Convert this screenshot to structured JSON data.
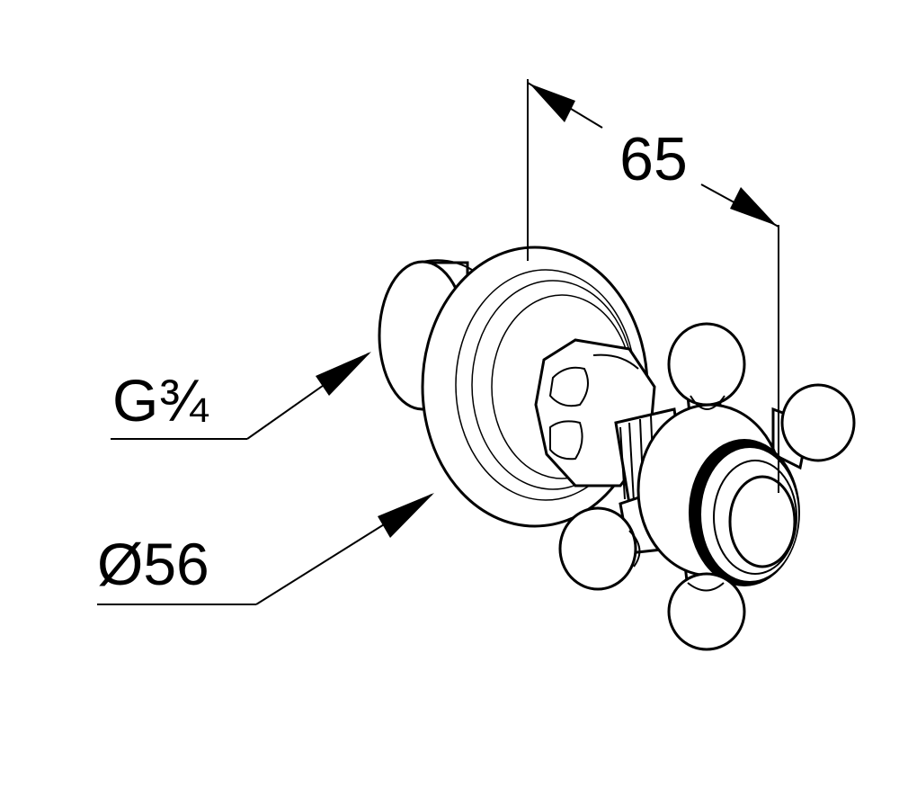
{
  "dimensions": {
    "depth": "65",
    "thread": "G¾",
    "diameter": "Ø56"
  },
  "colors": {
    "line": "#000000",
    "background": "#ffffff"
  }
}
